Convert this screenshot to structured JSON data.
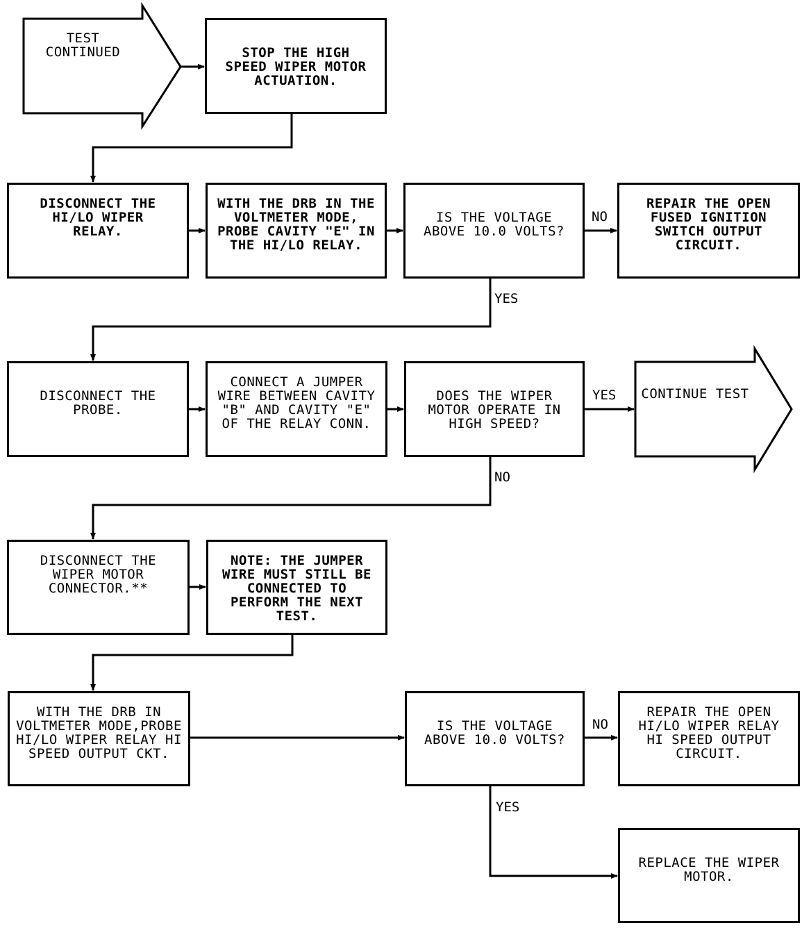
{
  "nodes": {
    "start": [
      "TEST",
      "CONTINUED"
    ],
    "stop_motor": [
      "STOP THE HIGH",
      "SPEED WIPER MOTOR",
      "ACTUATION."
    ],
    "disconnect_relay": [
      "DISCONNECT THE",
      "HI/LO WIPER",
      "RELAY."
    ],
    "probe_cavity_e": [
      "WITH THE DRB IN THE",
      "VOLTMETER MODE,",
      "PROBE CAVITY \"E\" IN",
      "THE HI/LO RELAY."
    ],
    "decision_voltage_1": [
      "IS THE VOLTAGE",
      "ABOVE 10.0 VOLTS?"
    ],
    "repair_ignition": [
      "REPAIR THE OPEN",
      "FUSED IGNITION",
      "SWITCH OUTPUT",
      "CIRCUIT."
    ],
    "disconnect_probe": [
      "DISCONNECT THE",
      "PROBE."
    ],
    "connect_jumper": [
      "CONNECT A JUMPER",
      "WIRE BETWEEN CAVITY",
      "\"B\" AND CAVITY \"E\"",
      "OF THE RELAY CONN."
    ],
    "decision_high_speed": [
      "DOES THE WIPER",
      "MOTOR OPERATE IN",
      "HIGH SPEED?"
    ],
    "continue_test": [
      "CONTINUE TEST"
    ],
    "disconnect_motor_conn": [
      "DISCONNECT THE",
      "WIPER MOTOR",
      "CONNECTOR.**"
    ],
    "note_jumper": [
      "NOTE: THE JUMPER",
      "WIRE MUST STILL BE",
      "CONNECTED TO",
      "PERFORM THE NEXT",
      "TEST."
    ],
    "probe_hi_speed_output": [
      "WITH THE DRB IN",
      "VOLTMETER MODE,PROBE",
      "HI/LO WIPER RELAY HI",
      "SPEED OUTPUT CKT."
    ],
    "decision_voltage_2": [
      "IS THE VOLTAGE",
      "ABOVE 10.0 VOLTS?"
    ],
    "repair_relay_output": [
      "REPAIR THE OPEN",
      "HI/LO WIPER RELAY",
      "HI SPEED OUTPUT",
      "CIRCUIT."
    ],
    "replace_motor": [
      "REPLACE THE WIPER",
      "MOTOR."
    ]
  },
  "edge_labels": {
    "no_1": "NO",
    "yes_1": "YES",
    "yes_2": "YES",
    "no_2": "NO",
    "no_3": "NO",
    "yes_3": "YES"
  },
  "colors": {
    "line": "#000000",
    "background": "#ffffff"
  }
}
